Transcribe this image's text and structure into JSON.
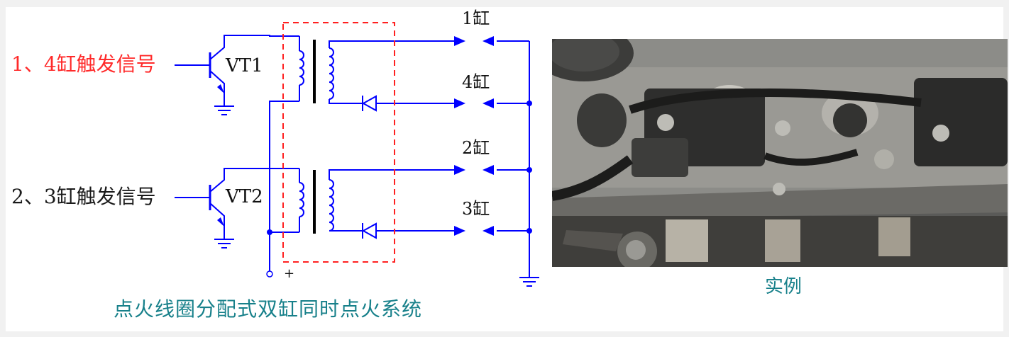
{
  "diagram": {
    "trigger_signal_1": "1、4缸触发信号",
    "trigger_signal_2": "2、3缸触发信号",
    "transistor_1": "VT1",
    "transistor_2": "VT2",
    "cylinders": [
      "1缸",
      "4缸",
      "2缸",
      "3缸"
    ],
    "supply_terminal": "+",
    "caption": "点火线圈分配式双缸同时点火系统"
  },
  "photo": {
    "caption": "实例"
  },
  "colors": {
    "wire": "#0000ff",
    "module_outline": "#ff2020",
    "trigger_1_text": "#ff2a2a",
    "caption_text": "#17808a"
  }
}
